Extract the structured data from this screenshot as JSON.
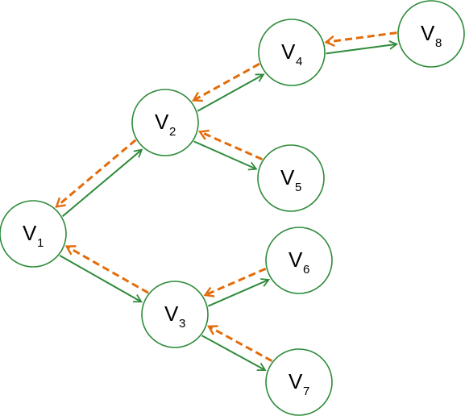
{
  "diagram": {
    "colors": {
      "forward_edge": "#2e8b3a",
      "back_edge": "#e36c0a",
      "node_border": "#2e8b3a"
    },
    "nodes": [
      {
        "id": "v1",
        "letter": "V",
        "sub": "1"
      },
      {
        "id": "v2",
        "letter": "V",
        "sub": "2"
      },
      {
        "id": "v3",
        "letter": "V",
        "sub": "3"
      },
      {
        "id": "v4",
        "letter": "V",
        "sub": "4"
      },
      {
        "id": "v5",
        "letter": "V",
        "sub": "5"
      },
      {
        "id": "v6",
        "letter": "V",
        "sub": "6"
      },
      {
        "id": "v7",
        "letter": "V",
        "sub": "7"
      },
      {
        "id": "v8",
        "letter": "V",
        "sub": "8"
      }
    ],
    "edges": [
      {
        "from": "v1",
        "to": "v2",
        "kind": "forward"
      },
      {
        "from": "v2",
        "to": "v1",
        "kind": "back"
      },
      {
        "from": "v1",
        "to": "v3",
        "kind": "forward"
      },
      {
        "from": "v3",
        "to": "v1",
        "kind": "back"
      },
      {
        "from": "v2",
        "to": "v4",
        "kind": "forward"
      },
      {
        "from": "v4",
        "to": "v2",
        "kind": "back"
      },
      {
        "from": "v2",
        "to": "v5",
        "kind": "forward"
      },
      {
        "from": "v5",
        "to": "v2",
        "kind": "back"
      },
      {
        "from": "v4",
        "to": "v8",
        "kind": "forward"
      },
      {
        "from": "v8",
        "to": "v4",
        "kind": "back"
      },
      {
        "from": "v3",
        "to": "v6",
        "kind": "forward"
      },
      {
        "from": "v6",
        "to": "v3",
        "kind": "back"
      },
      {
        "from": "v3",
        "to": "v7",
        "kind": "forward"
      },
      {
        "from": "v7",
        "to": "v3",
        "kind": "back"
      }
    ]
  }
}
